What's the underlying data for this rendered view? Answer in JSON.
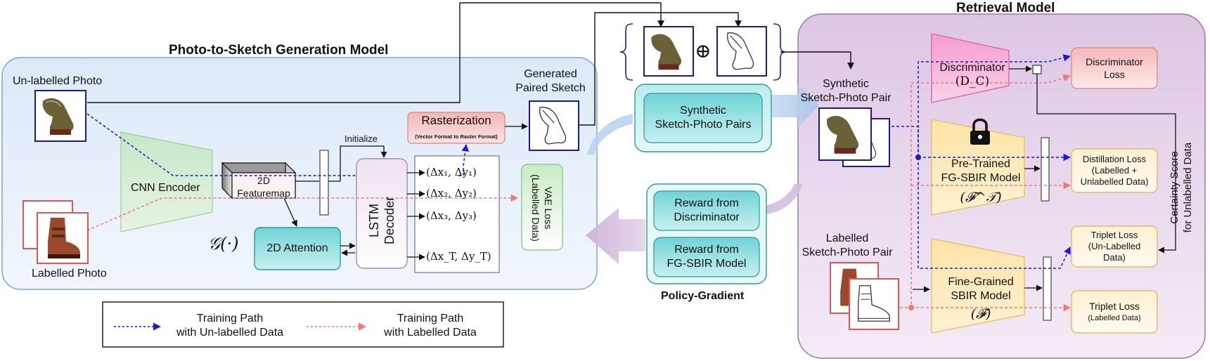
{
  "titles": {
    "gen_model": "Photo-to-Sketch Generation Model",
    "retrieval_model": "Retrieval Model",
    "policy_gradient": "Policy-Gradient"
  },
  "generator": {
    "unlabelled_photo": "Un-labelled Photo",
    "labelled_photo": "Labelled Photo",
    "cnn_encoder": "CNN Encoder",
    "featuremap": [
      "2D",
      "Featuremap"
    ],
    "g_symbol": "𝒢(·)",
    "attention": "2D Attention",
    "initialize": "Initialize",
    "lstm_decoder": "LSTM Decoder",
    "rasterization": "Rasterization",
    "rasterization_sub": "(Vector Format to Raster Format)",
    "generated_paired_sketch": [
      "Generated",
      "Paired Sketch"
    ],
    "vae_loss": [
      "VAE Loss",
      "(Labelled Data)"
    ],
    "strokes": [
      "(Δx₁, Δy₁)",
      "(Δx₂, Δy₂)",
      "(Δx₃, Δy₃)",
      "(Δx_T, Δy_T)"
    ]
  },
  "middle": {
    "synthetic_pairs": [
      "Synthetic",
      "Sketch-Photo Pairs"
    ],
    "reward_discriminator": [
      "Reward from",
      "Discriminator"
    ],
    "reward_fgsbir": [
      "Reward from",
      "FG-SBIR Model"
    ],
    "oplus": "⊕"
  },
  "retrieval": {
    "synthetic_pair": [
      "Synthetic",
      "Sketch-Photo Pair"
    ],
    "labelled_pair": [
      "Labelled",
      "Sketch-Photo Pair"
    ],
    "discriminator": "Discriminator",
    "discriminator_symbol": "(D_C)",
    "pretrained": [
      "Pre-Trained",
      "FG-SBIR Model"
    ],
    "pretrained_symbol": "(𝓕^𝒯)",
    "finegrained": [
      "Fine-Grained",
      "SBIR Model"
    ],
    "finegrained_symbol": "(𝓕)",
    "discriminator_loss": [
      "Discriminator",
      "Loss"
    ],
    "distillation_loss": [
      "Distillation Loss",
      "(Labelled +",
      "Unlabelled Data)"
    ],
    "triplet_unlabelled": [
      "Triplet Loss",
      "(Un-Labelled",
      "Data)"
    ],
    "triplet_labelled": [
      "Triplet Loss",
      "(Labelled Data)"
    ],
    "certainty": [
      "Certainty Score",
      "for Unlabelled Data"
    ]
  },
  "legend": {
    "blue": [
      "Training Path",
      "with Un-labelled Data"
    ],
    "red": [
      "Training Path",
      "with Labelled Data"
    ]
  },
  "colors": {
    "blue_path": "#1a1ad0",
    "red_path": "#f07878",
    "gen_bg": "#e6f0fb",
    "retrieval_bg": "#e9d9ec",
    "teal": "#72d6d8",
    "raster": "#f5c2c2",
    "discriminator": "#f8a8d4",
    "sbir": "#fbe8b4"
  },
  "icons": [
    "lock-icon",
    "shoe-photo",
    "shoe-sketch",
    "boot-photo",
    "boot-sketch"
  ]
}
